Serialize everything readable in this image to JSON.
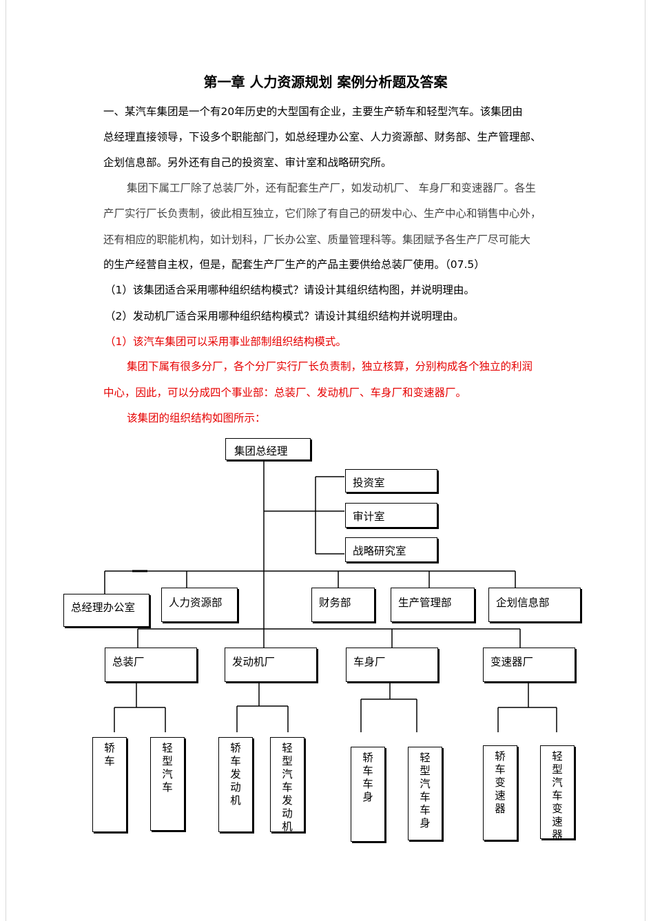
{
  "doc": {
    "title": "第一章 人力资源规划 案例分析题及答案",
    "paragraphs": [
      "一、某汽车集团是一个有20年历史的大型国有企业，主要生产轿车和轻型汽车。该集团由",
      "总经理直接领导，下设多个职能部门，如总经理办公室、人力资源部、财务部、生产管理部、",
      "企划信息部。另外还有自己的投资室、审计室和战略研究所。",
      "集团下属工厂除了总装厂外，还有配套生产厂，如发动机厂、 车身厂和变速器厂。各生",
      "产厂实行厂长负责制，彼此相互独立，它们除了有自己的研发中心、生产中心和销售中心外，",
      "还有相应的职能机构，如计划科，厂长办公室、质量管理科等。集团赋予各生产厂尽可能大",
      "的生产经营自主权，但是，配套生产厂生产的产品主要供给总装厂使用。（07.5）",
      "（1）该集团适合采用哪种组织结构模式？请设计其组织结构图，并说明理由。",
      "（2）发动机厂适合采用哪种组织结构模式？请设计其组织结构并说明理由。"
    ],
    "answer": [
      "（1）该汽车集团可以采用事业部制组织结构模式。",
      "集团下属有很多分厂，各个分厂实行厂长负责制，独立核算，分别构成各个独立的利润",
      "中心，因此，可以分成四个事业部：总装厂、发动机厂、车身厂和变速器厂。",
      "该集团的组织结构如图所示："
    ]
  },
  "org": {
    "root": "集团总经理",
    "staff": [
      "投资室",
      "审计室",
      "战略研究室"
    ],
    "departments": [
      "总经理办公室",
      "人力资源部",
      "财务部",
      "生产管理部",
      "企划信息部"
    ],
    "divisions": [
      "总装厂",
      "发动机厂",
      "车身厂",
      "变速器厂"
    ],
    "products": [
      "轿车",
      "轻型汽车",
      "轿车发动机",
      "轻型汽车发动机",
      "轿车车身",
      "轻型汽车车身",
      "轿车变速器",
      "轻型汽车变速器"
    ]
  }
}
